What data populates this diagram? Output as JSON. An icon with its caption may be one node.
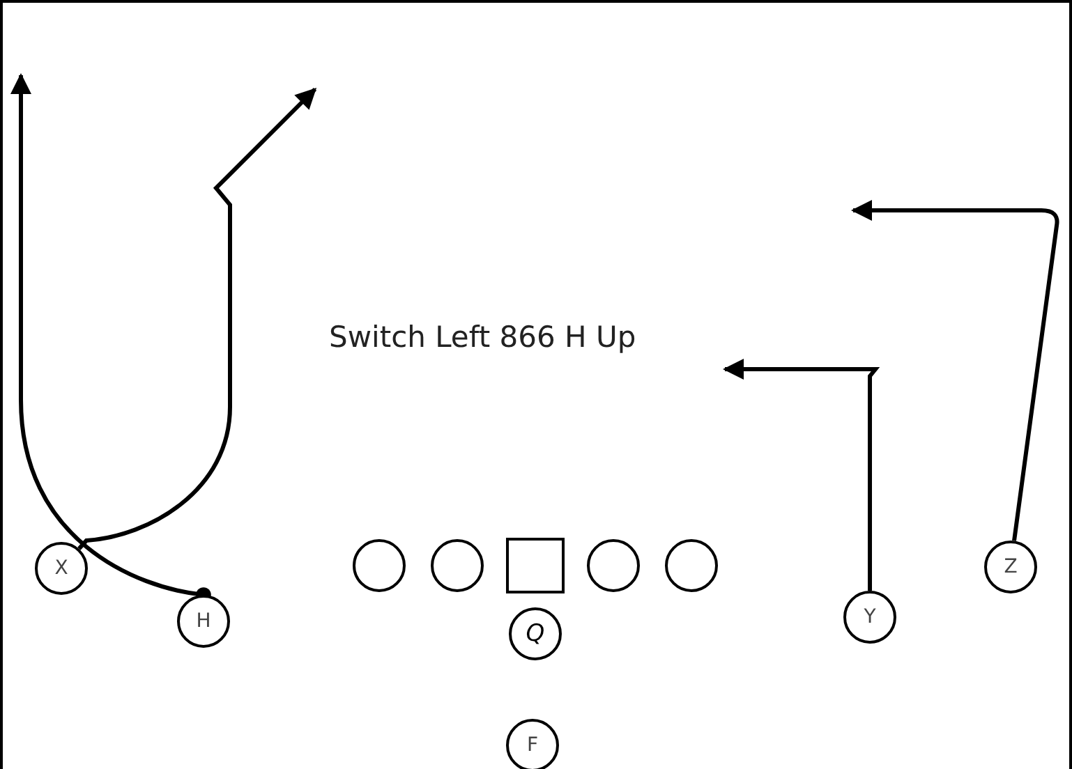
{
  "diagram": {
    "title": "Switch Left 866 H Up",
    "nodes": [
      {
        "text": [
          "X"
        ]
      },
      {
        "text": [],
        "shape": "circle"
      },
      {
        "text": [],
        "shape": "circle"
      },
      {
        "text": [],
        "shape": "box"
      },
      {
        "text": [],
        "shape": "circle"
      },
      {
        "text": [],
        "shape": "circle"
      },
      {
        "text": [
          "Z"
        ]
      },
      {
        "text": [
          "H"
        ]
      },
      {
        "text": [
          "Q"
        ]
      },
      {
        "text": [
          "Y"
        ]
      },
      {
        "text": [
          "F"
        ]
      }
    ],
    "edges": [
      {
        "from": 0,
        "to": null,
        "arrow": "to"
      },
      {
        "from": 7,
        "to": null,
        "arrow": "to"
      },
      {
        "from": 9,
        "to": null,
        "arrow": "to"
      },
      {
        "from": 6,
        "to": null,
        "arrow": "to"
      }
    ]
  }
}
